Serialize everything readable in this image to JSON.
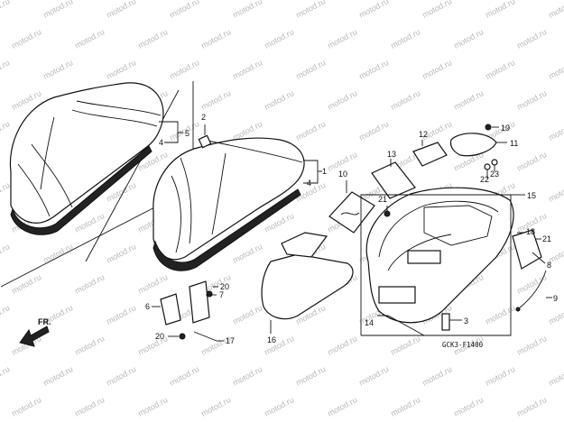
{
  "diagram_code": "GCK3-F1400",
  "direction_label": "FR.",
  "watermark_text": "motod.ru",
  "callouts": {
    "c1": "1",
    "c2": "2",
    "c3": "3",
    "c4a": "4",
    "c4b": "4",
    "c5": "5",
    "c6": "6",
    "c7": "7",
    "c8": "8",
    "c9": "9",
    "c10": "10",
    "c11": "11",
    "c12": "12",
    "c13": "13",
    "c14": "14",
    "c15": "15",
    "c16": "16",
    "c17": "17",
    "c18": "18",
    "c19": "19",
    "c20a": "20",
    "c20b": "20",
    "c21a": "21",
    "c21b": "21",
    "c22": "22",
    "c23": "23"
  },
  "colors": {
    "line": "#111111",
    "watermark": "#b8b8b8",
    "background": "#ffffff"
  }
}
